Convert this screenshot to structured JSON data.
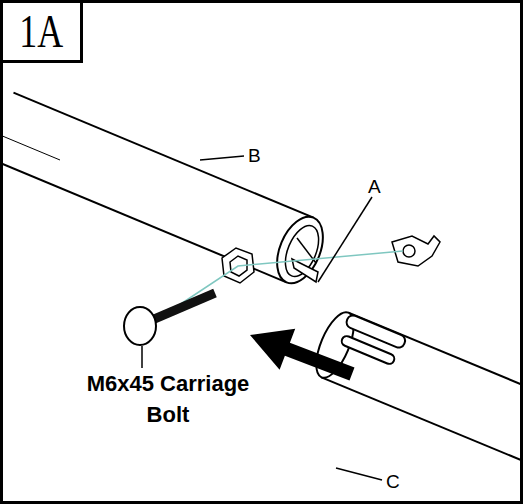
{
  "diagram": {
    "nodes": [
      {
        "text": [
          "1A"
        ]
      }
    ],
    "labels": [
      "B",
      "A",
      "M6x45 Carriage Bolt",
      "C"
    ]
  }
}
